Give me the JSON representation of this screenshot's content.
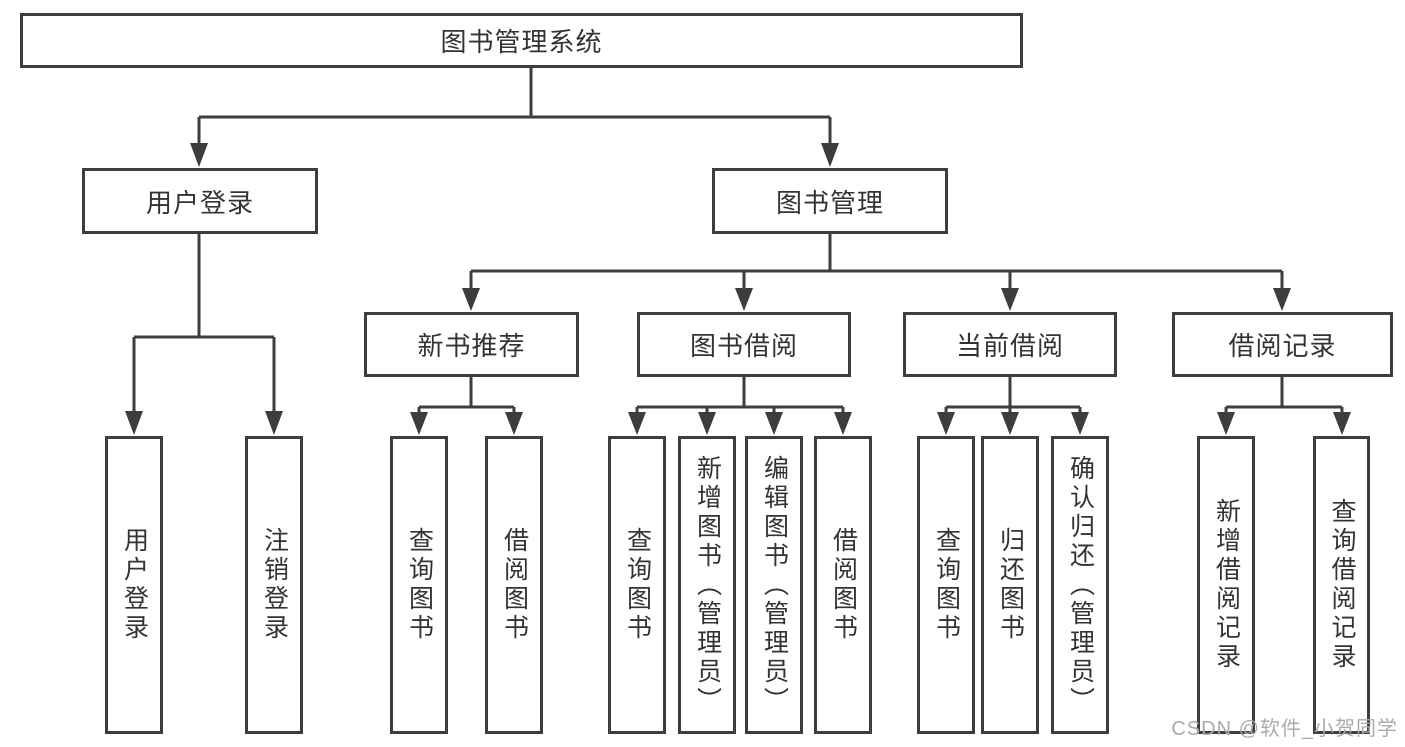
{
  "diagram": {
    "type": "hierarchy-tree",
    "colors": {
      "line": "#3d3d3d",
      "box_border": "#3d3d3d",
      "box_fill": "#ffffff",
      "text": "#333333",
      "watermark": "#a9abad"
    },
    "root": {
      "label": "图书管理系统",
      "children": [
        {
          "label": "用户登录",
          "children": [
            {
              "label": "用户登录"
            },
            {
              "label": "注销登录"
            }
          ]
        },
        {
          "label": "图书管理",
          "children": [
            {
              "label": "新书推荐",
              "children": [
                {
                  "label": "查询图书"
                },
                {
                  "label": "借阅图书"
                }
              ]
            },
            {
              "label": "图书借阅",
              "children": [
                {
                  "label": "查询图书"
                },
                {
                  "label": "新增图书（管理员）"
                },
                {
                  "label": "编辑图书（管理员）"
                },
                {
                  "label": "借阅图书"
                }
              ]
            },
            {
              "label": "当前借阅",
              "children": [
                {
                  "label": "查询图书"
                },
                {
                  "label": "归还图书"
                },
                {
                  "label": "确认归还（管理员）"
                }
              ]
            },
            {
              "label": "借阅记录",
              "children": [
                {
                  "label": "新增借阅记录"
                },
                {
                  "label": "查询借阅记录"
                }
              ]
            }
          ]
        }
      ]
    },
    "watermark": {
      "text": "CSDN @软件_小贺同学"
    }
  }
}
